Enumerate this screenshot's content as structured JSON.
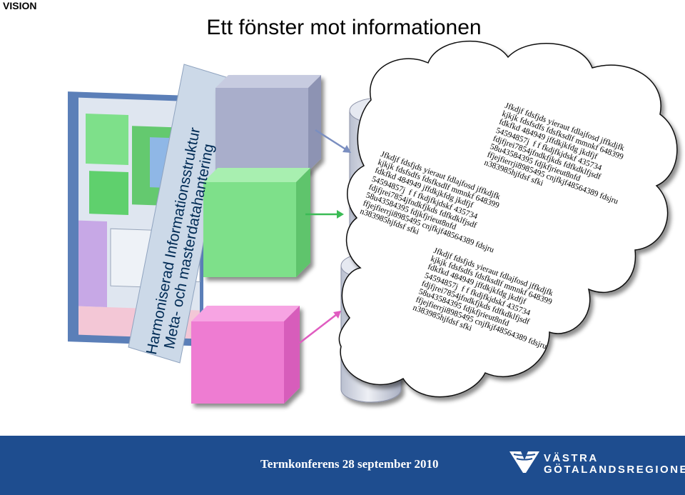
{
  "header": {
    "label": "VISION",
    "title": "Ett fönster mot informationen"
  },
  "sidebar": {
    "line1": "Harmoniserad Informationsstruktur",
    "line2": "Meta- och masterdatahantering"
  },
  "cloud": {
    "blocks": [
      "Jfkdjf fdsfjds yieraut fdlajfosd jffkdjfk\nkjkjk fdsfsdfs fdsfksdlf mmnkf 648399\nfdkfkd 484949 jffdkjkfdg jkdfjf\n54594857j  f f fkdjfkjdskf 435734\nfdjfjrei7854jfndkfjkds fdfkdklfjsdf\n58u43584395 fdjkfjrieut8nfd\nffjejfierrji8985495 cnjfkjf48564389 fdsjru\nn383985hjfdsf sfki",
      "Jfkdjf fdsfjds yieraut fdlajfosd jffkdjfk\nkjkjk fdsfsdfs fdsfksdlf mmnkf 648399\nfdkfkd 484949 jffdkjkfdg jkdfjf\n54594857j  f f fkdjfkjdskf 435734\nfdjfjrei7854jfndkfjkds fdfkdklfjsdf\n58u43584395 fdjkfjrieut8nfd\nffjejfierrji8985495 cnjfkjf48564389 fdsjru\nn383985hjfdsf sfki",
      "Jfkdjf fdsfjds yieraut fdlajfosd jffkdjfk\nkjkjk fdsfsdfs fdsfksdlf mmnkf 648399\nfdkfkd 484949 jffdkjkfdg jkdfjf\n54594857j  f f fkdjfkjdskf 435734\nfdjfjrei7854jfndkfjkds fdfkdklfjsdf\n58u43584395 fdjkfjrieut8nfd\nffjejfierrji8985495 cnjfkjf48564389 fdsjru\nn383985hjfdsf sfki"
    ]
  },
  "footer": {
    "conference": "Termkonferens 28 september 2010",
    "logo_line1": "VÄSTRA",
    "logo_line2": "GÖTALANDSREGIONEN"
  },
  "colors": {
    "footer_bg": "#1e4d8f",
    "sidebar_bg": "#ccd9e8",
    "box_gray": "#a9aecb",
    "box_green": "#7ee08a",
    "box_pink": "#ee7cd2",
    "cylinder": "#d5dae6"
  }
}
